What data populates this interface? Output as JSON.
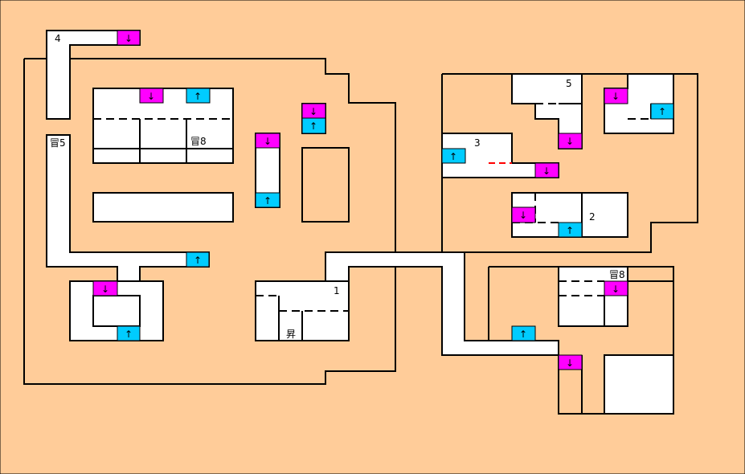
{
  "colors": {
    "background": "#ffcc99",
    "floor": "#ffffff",
    "wall": "#000000",
    "stairs_down": "#ff00ff",
    "stairs_up": "#00ccff",
    "locked_door": "#ff0000"
  },
  "icons": {
    "stairs_down": "down-arrow-icon",
    "stairs_up": "up-arrow-icon"
  },
  "stairs": {
    "down_glyph": "↓",
    "up_glyph": "↑"
  },
  "labels": {
    "area_1": "1",
    "area_2": "2",
    "area_3": "3",
    "area_4": "4",
    "area_5": "5",
    "treasure_5": "冒5",
    "treasure_8_west": "冒8",
    "treasure_8_east": "冒8",
    "rise": "昇"
  }
}
